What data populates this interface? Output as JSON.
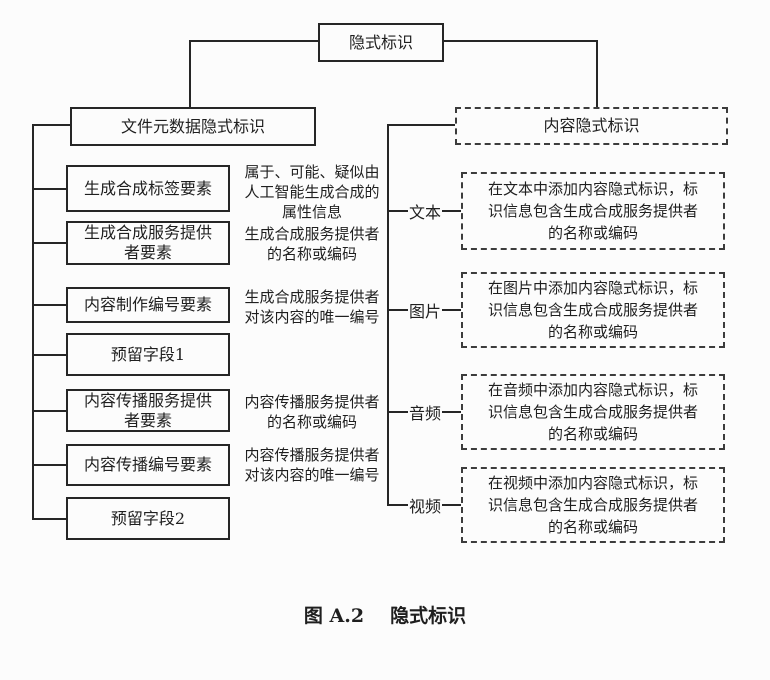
{
  "root": {
    "label": "隐式标识"
  },
  "left": {
    "header": "文件元数据隐式标识",
    "items": [
      {
        "label": "生成合成标签要素",
        "note": "属于、可能、疑似由\n人工智能生成合成的\n属性信息"
      },
      {
        "label": "生成合成服务提供\n者要素",
        "note": "生成合成服务提供者\n的名称或编码"
      },
      {
        "label": "内容制作编号要素",
        "note": "生成合成服务提供者\n对该内容的唯一编号"
      },
      {
        "label": "预留字段1",
        "note": ""
      },
      {
        "label": "内容传播服务提供\n者要素",
        "note": "内容传播服务提供者\n的名称或编码"
      },
      {
        "label": "内容传播编号要素",
        "note": "内容传播服务提供者\n对该内容的唯一编号"
      },
      {
        "label": "预留字段2",
        "note": ""
      }
    ]
  },
  "right": {
    "header": "内容隐式标识",
    "items": [
      {
        "label": "文本",
        "desc": "在文本中添加内容隐式标识，标\n识信息包含生成合成服务提供者\n的名称或编码"
      },
      {
        "label": "图片",
        "desc": "在图片中添加内容隐式标识，标\n识信息包含生成合成服务提供者\n的名称或编码"
      },
      {
        "label": "音频",
        "desc": "在音频中添加内容隐式标识，标\n识信息包含生成合成服务提供者\n的名称或编码"
      },
      {
        "label": "视频",
        "desc": "在视频中添加内容隐式标识，标\n识信息包含生成合成服务提供者\n的名称或编码"
      }
    ]
  },
  "caption": {
    "prefix": "图  A.2",
    "title": "隐式标识"
  },
  "colors": {
    "line": "#262626",
    "dashed_border": "#3c3c3c",
    "text": "#1f1f1f",
    "background": "#fcfcfc"
  }
}
